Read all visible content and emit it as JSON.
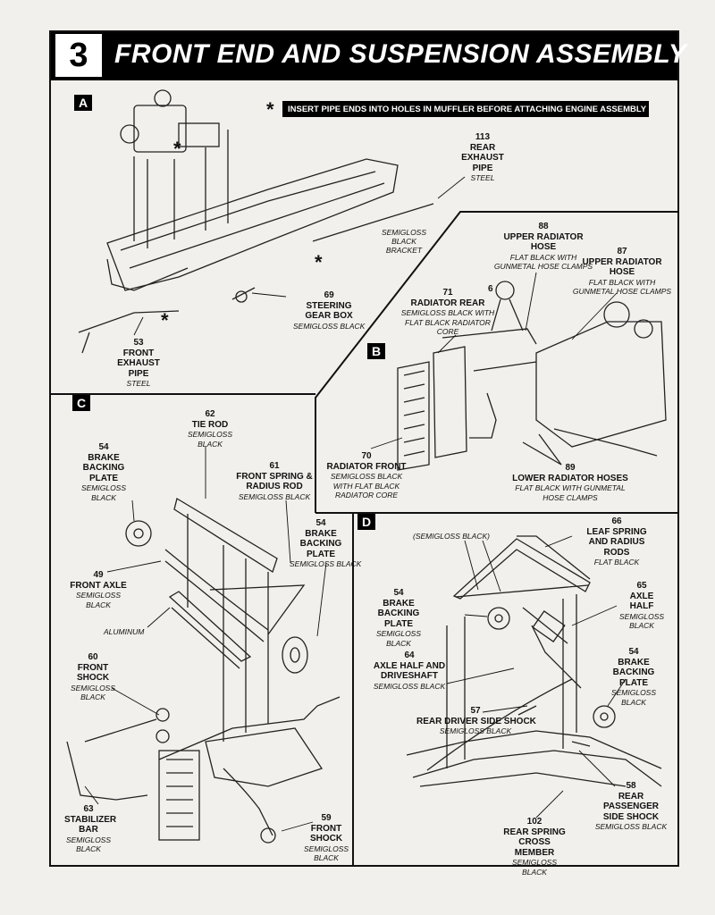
{
  "header": {
    "step_number": "3",
    "title": "FRONT END AND SUSPENSION ASSEMBLY"
  },
  "sections": {
    "a": "A",
    "b": "B",
    "c": "C",
    "d": "D"
  },
  "note": {
    "marker": "*",
    "text": "INSERT PIPE ENDS INTO HOLES IN MUFFLER BEFORE ATTACHING ENGINE ASSEMBLY"
  },
  "markers": {
    "star": "*"
  },
  "parts": {
    "p113": {
      "num": "113",
      "name": "REAR EXHAUST PIPE",
      "color": "STEEL"
    },
    "bracket": {
      "color": "SEMIGLOSS BLACK BRACKET"
    },
    "p69": {
      "num": "69",
      "name": "STEERING GEAR BOX",
      "color": "SEMIGLOSS BLACK"
    },
    "p53": {
      "num": "53",
      "name": "FRONT EXHAUST PIPE",
      "color": "STEEL"
    },
    "p88": {
      "num": "88",
      "name": "UPPER RADIATOR HOSE",
      "color": "FLAT BLACK WITH GUNMETAL HOSE CLAMPS"
    },
    "p87": {
      "num": "87",
      "name": "UPPER RADIATOR HOSE",
      "color": "FLAT BLACK WITH GUNMETAL HOSE CLAMPS"
    },
    "p6": {
      "num": "6"
    },
    "p71": {
      "num": "71",
      "name": "RADIATOR REAR",
      "color": "SEMIGLOSS BLACK WITH FLAT BLACK RADIATOR CORE"
    },
    "p70": {
      "num": "70",
      "name": "RADIATOR FRONT",
      "color": "SEMIGLOSS BLACK WITH FLAT BLACK RADIATOR CORE"
    },
    "p89": {
      "num": "89",
      "name": "LOWER RADIATOR HOSES",
      "color": "FLAT BLACK WITH GUNMETAL HOSE CLAMPS"
    },
    "p62": {
      "num": "62",
      "name": "TIE ROD",
      "color": "SEMIGLOSS BLACK"
    },
    "p54c1": {
      "num": "54",
      "name": "BRAKE BACKING PLATE",
      "color": "SEMIGLOSS BLACK"
    },
    "p61": {
      "num": "61",
      "name": "FRONT SPRING & RADIUS ROD",
      "color": "SEMIGLOSS BLACK"
    },
    "p54c2": {
      "num": "54",
      "name": "BRAKE BACKING PLATE",
      "color": "SEMIGLOSS BLACK"
    },
    "p49": {
      "num": "49",
      "name": "FRONT AXLE",
      "color": "SEMIGLOSS BLACK"
    },
    "aluminum": {
      "color": "ALUMINUM"
    },
    "p60": {
      "num": "60",
      "name": "FRONT SHOCK",
      "color": "SEMIGLOSS BLACK"
    },
    "p63": {
      "num": "63",
      "name": "STABILIZER BAR",
      "color": "SEMIGLOSS BLACK"
    },
    "p59": {
      "num": "59",
      "name": "FRONT SHOCK",
      "color": "SEMIGLOSS BLACK"
    },
    "semigloss_d": {
      "color": "(SEMIGLOSS BLACK)"
    },
    "p66": {
      "num": "66",
      "name": "LEAF SPRING AND RADIUS RODS",
      "color": "FLAT BLACK"
    },
    "p65": {
      "num": "65",
      "name": "AXLE HALF",
      "color": "SEMIGLOSS BLACK"
    },
    "p54d1": {
      "num": "54",
      "name": "BRAKE BACKING PLATE",
      "color": "SEMIGLOSS BLACK"
    },
    "p54d2": {
      "num": "54",
      "name": "BRAKE BACKING PLATE",
      "color": "SEMIGLOSS BLACK"
    },
    "p64": {
      "num": "64",
      "name": "AXLE HALF AND DRIVESHAFT",
      "color": "SEMIGLOSS BLACK"
    },
    "p57": {
      "num": "57",
      "name": "REAR DRIVER SIDE SHOCK",
      "color": "SEMIGLOSS BLACK"
    },
    "p58": {
      "num": "58",
      "name": "REAR PASSENGER SIDE SHOCK",
      "color": "SEMIGLOSS BLACK"
    },
    "p102": {
      "num": "102",
      "name": "REAR SPRING CROSS MEMBER",
      "color": "SEMIGLOSS BLACK"
    }
  }
}
